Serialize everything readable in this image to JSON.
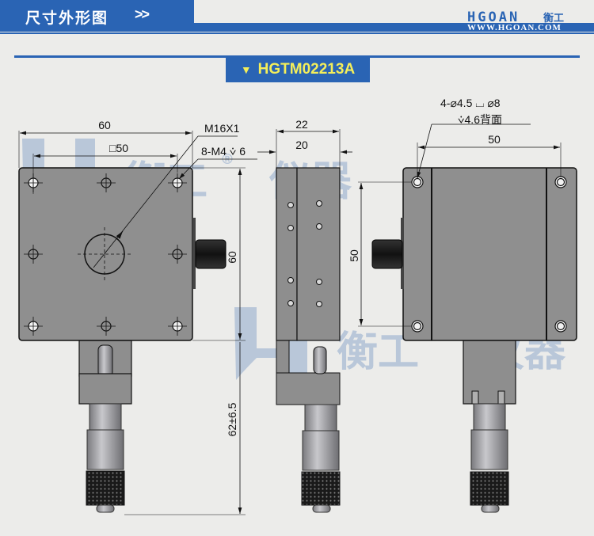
{
  "header": {
    "title": "尺寸外形图",
    "arrows": ">>",
    "brand_logo": "HGOAN",
    "brand_cn": "衡工",
    "brand_url": "WWW.HGOAN.COM",
    "accent_color": "#2a64b4"
  },
  "model": {
    "arrow": "▼",
    "name": "HGTM02213A",
    "text_color": "#f4ee5a"
  },
  "watermark": {
    "text_top": "衡工® 仪器",
    "text_bottom": "衡工® 仪器"
  },
  "front_view": {
    "dim_width": "60",
    "dim_hole_spacing": "□50",
    "dim_height": "60",
    "callout_thread": "M16X1",
    "callout_holes": "8-M4",
    "callout_holes_depth": "6",
    "dim_micrometer": "62±6.5"
  },
  "side_view": {
    "dim_outer": "22",
    "dim_inner": "20"
  },
  "back_view": {
    "callout_line1_prefix": "4-",
    "callout_line1_dia": "4.5",
    "callout_line1_cbore": "8",
    "callout_line2": "4.6背面",
    "dim_width": "50",
    "dim_height": "50"
  }
}
